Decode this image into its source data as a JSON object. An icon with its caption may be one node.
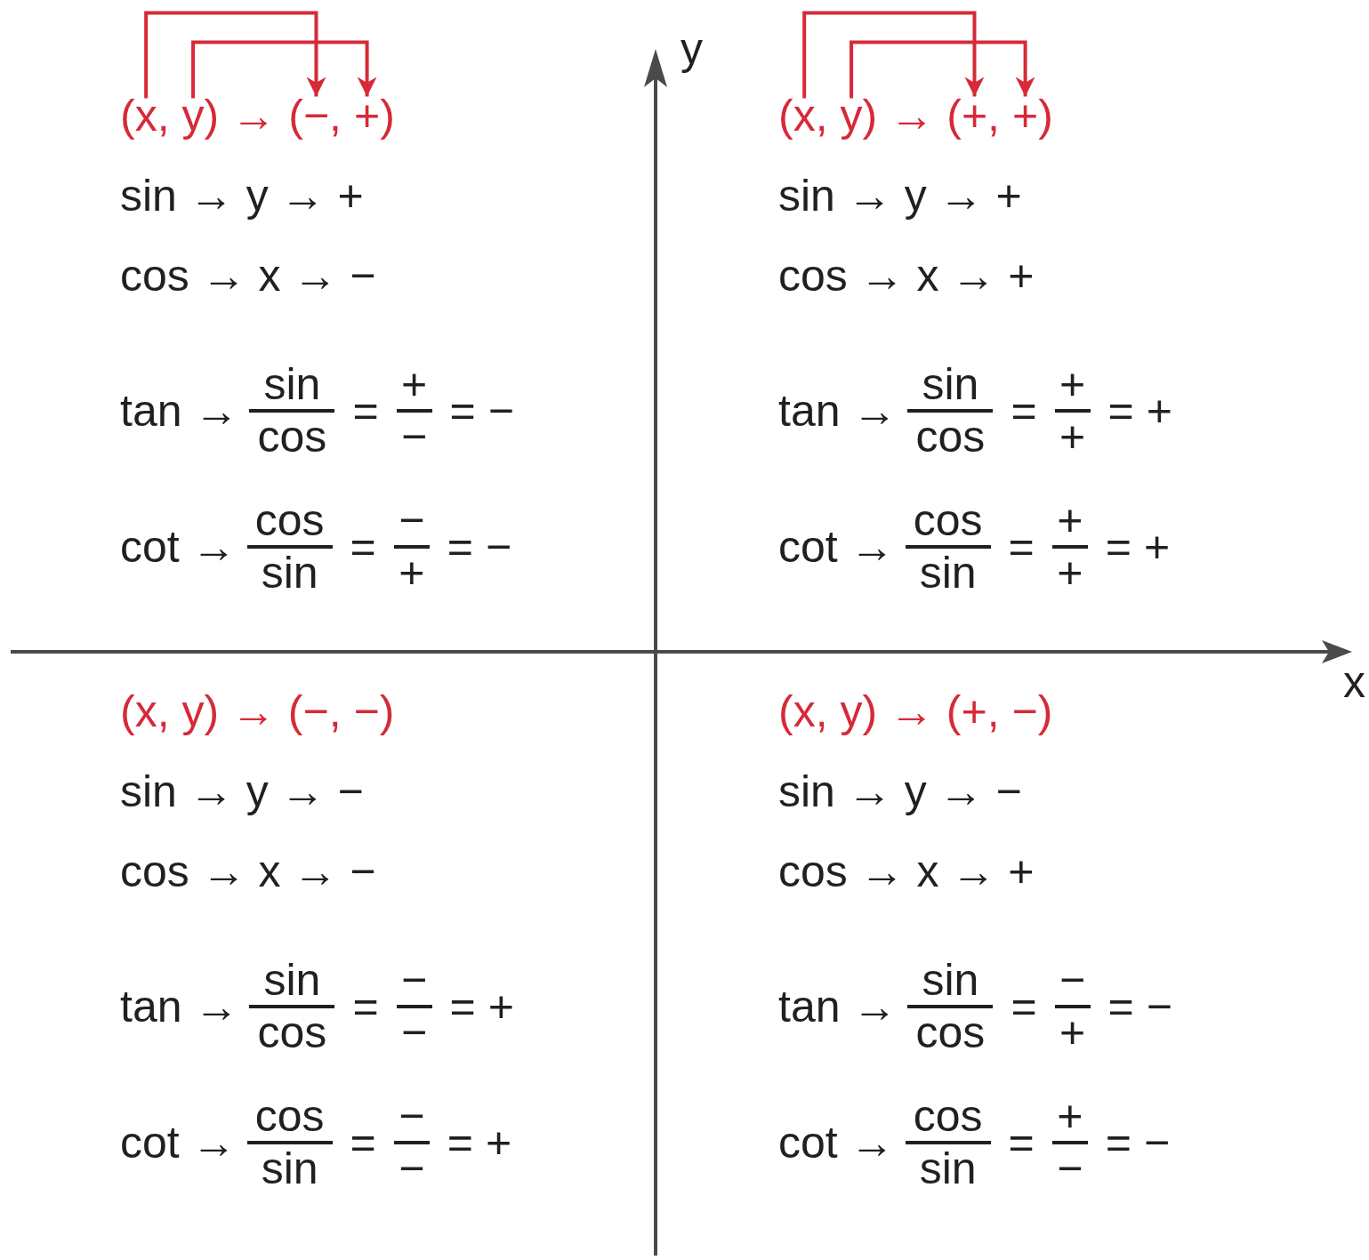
{
  "diagram": {
    "nodes": [
      {
        "text": [
          "x"
        ]
      },
      {
        "text": [
          "y"
        ]
      },
      {
        "text": [
          "−"
        ]
      },
      {
        "text": [
          "+"
        ]
      },
      {
        "text": [
          "x"
        ]
      },
      {
        "text": [
          "y"
        ]
      },
      {
        "text": [
          "+"
        ]
      },
      {
        "text": [
          "+"
        ]
      }
    ],
    "edges": [
      {
        "from": 0,
        "to": 2,
        "arrow": "to"
      },
      {
        "from": 1,
        "to": 3,
        "arrow": "to"
      },
      {
        "from": 4,
        "to": 6,
        "arrow": "to"
      },
      {
        "from": 5,
        "to": 7,
        "arrow": "to"
      }
    ],
    "labels": [
      "(",
      ",",
      ")",
      "→",
      "(",
      ",",
      ")",
      "sin → y → +",
      "cos → x → −",
      "tan →",
      "sin",
      "cos",
      "=",
      "+",
      "−",
      "= −",
      "cot →",
      "cos",
      "sin",
      "=",
      "−",
      "+",
      "= −",
      "y",
      "(",
      ",",
      ")",
      "→",
      "(",
      ",",
      ")",
      "sin → y → +",
      "cos → x → +",
      "tan →",
      "sin",
      "cos",
      "=",
      "+",
      "+",
      "= +",
      "cot →",
      "cos",
      "sin",
      "=",
      "+",
      "+",
      "= +",
      "x",
      "(x, y) → (−, −)",
      "sin → y → −",
      "cos → x → −",
      "tan →",
      "sin",
      "cos",
      "=",
      "−",
      "−",
      "= +",
      "cot →",
      "cos",
      "sin",
      "=",
      "−",
      "−",
      "= +",
      "(x, y) → (+, −)",
      "sin → y → −",
      "cos → x → +",
      "tan →",
      "sin",
      "cos",
      "=",
      "−",
      "+",
      "= −",
      "cot →",
      "cos",
      "sin",
      "=",
      "+",
      "−",
      "= −"
    ]
  }
}
